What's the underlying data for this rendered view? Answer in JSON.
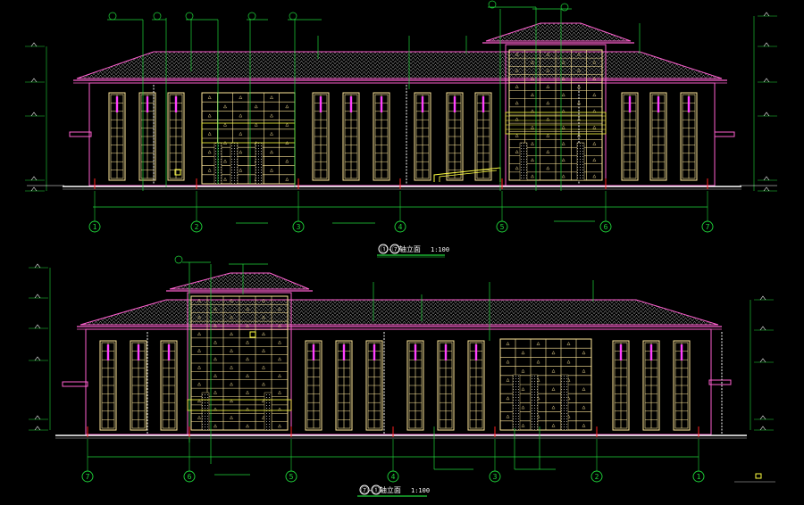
{
  "colors": {
    "background": "#000000",
    "outline": "#ff5fd0",
    "window": "#ffe89a",
    "glass": "#ff40ff",
    "roof": "#c7c7c7",
    "green": "#1fd63a",
    "white": "#ffffff",
    "red": "#ff2020",
    "cyan": "#00e5ff",
    "yellow": "#ffff40"
  },
  "elevation_top": {
    "axes": [
      {
        "label": "1"
      },
      {
        "label": "2"
      },
      {
        "label": "3"
      },
      {
        "label": "4"
      },
      {
        "label": "5"
      },
      {
        "label": "6"
      },
      {
        "label": "7"
      }
    ],
    "title": "①-⑦轴立面",
    "scale": "1:100"
  },
  "elevation_bottom": {
    "axes": [
      {
        "label": "7"
      },
      {
        "label": "6"
      },
      {
        "label": "5"
      },
      {
        "label": "4"
      },
      {
        "label": "3"
      },
      {
        "label": "2"
      },
      {
        "label": "1"
      }
    ],
    "title": "⑦-①轴立面",
    "scale": "1:100"
  }
}
